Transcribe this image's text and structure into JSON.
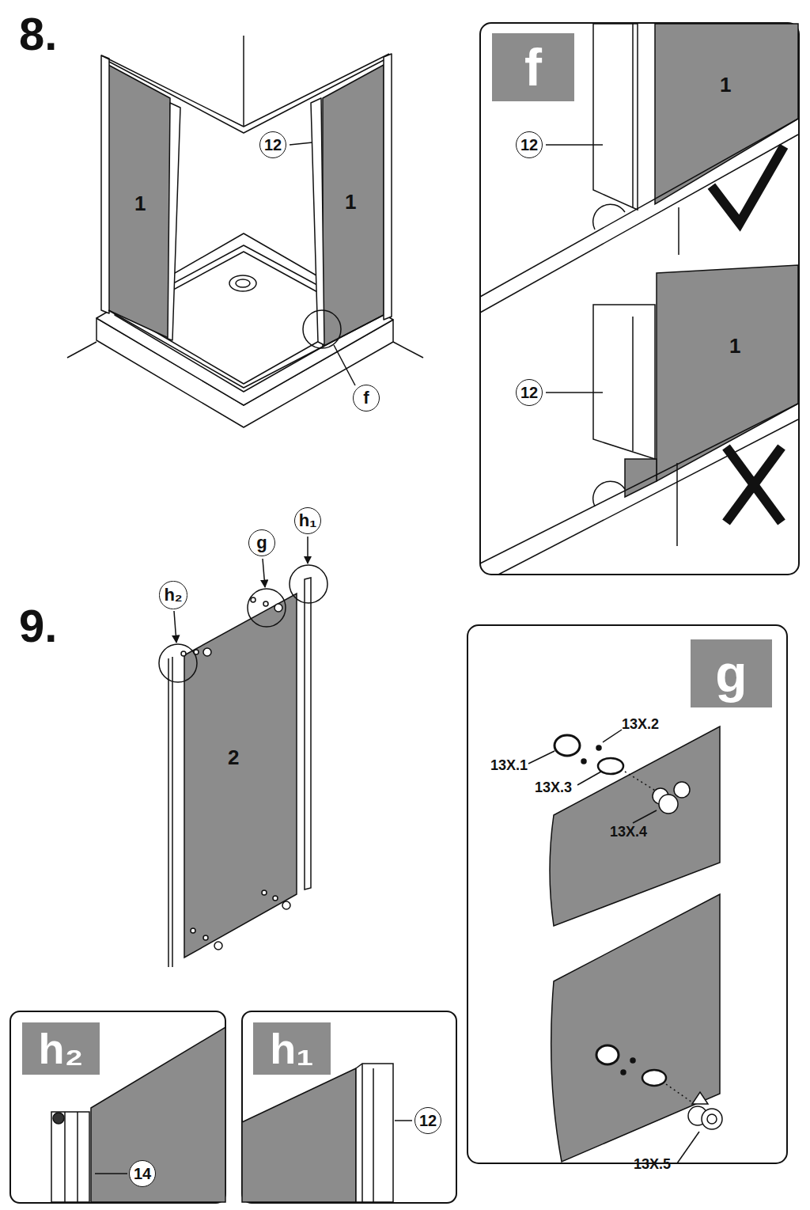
{
  "diagram": {
    "nodes": [
      {
        "text": [
          "f"
        ]
      },
      {
        "text": [
          "12"
        ]
      },
      {
        "text": [
          "12"
        ]
      },
      {
        "text": [
          "12"
        ]
      },
      {
        "text": [
          "f"
        ]
      },
      {
        "text": [
          "h₁"
        ]
      },
      {
        "text": [
          "g"
        ]
      },
      {
        "text": [
          "h₂"
        ]
      },
      {
        "text": [
          "g"
        ]
      },
      {
        "text": [
          "h₂"
        ]
      },
      {
        "text": [
          "h₁"
        ]
      },
      {
        "text": [
          "14"
        ]
      },
      {
        "text": [
          "12"
        ]
      }
    ],
    "labels": [
      "8.",
      "1",
      "1",
      "1",
      "1",
      "9.",
      "13X.2",
      "13X.1",
      "13X.3",
      "2",
      "13X.4",
      "13X.5"
    ]
  }
}
